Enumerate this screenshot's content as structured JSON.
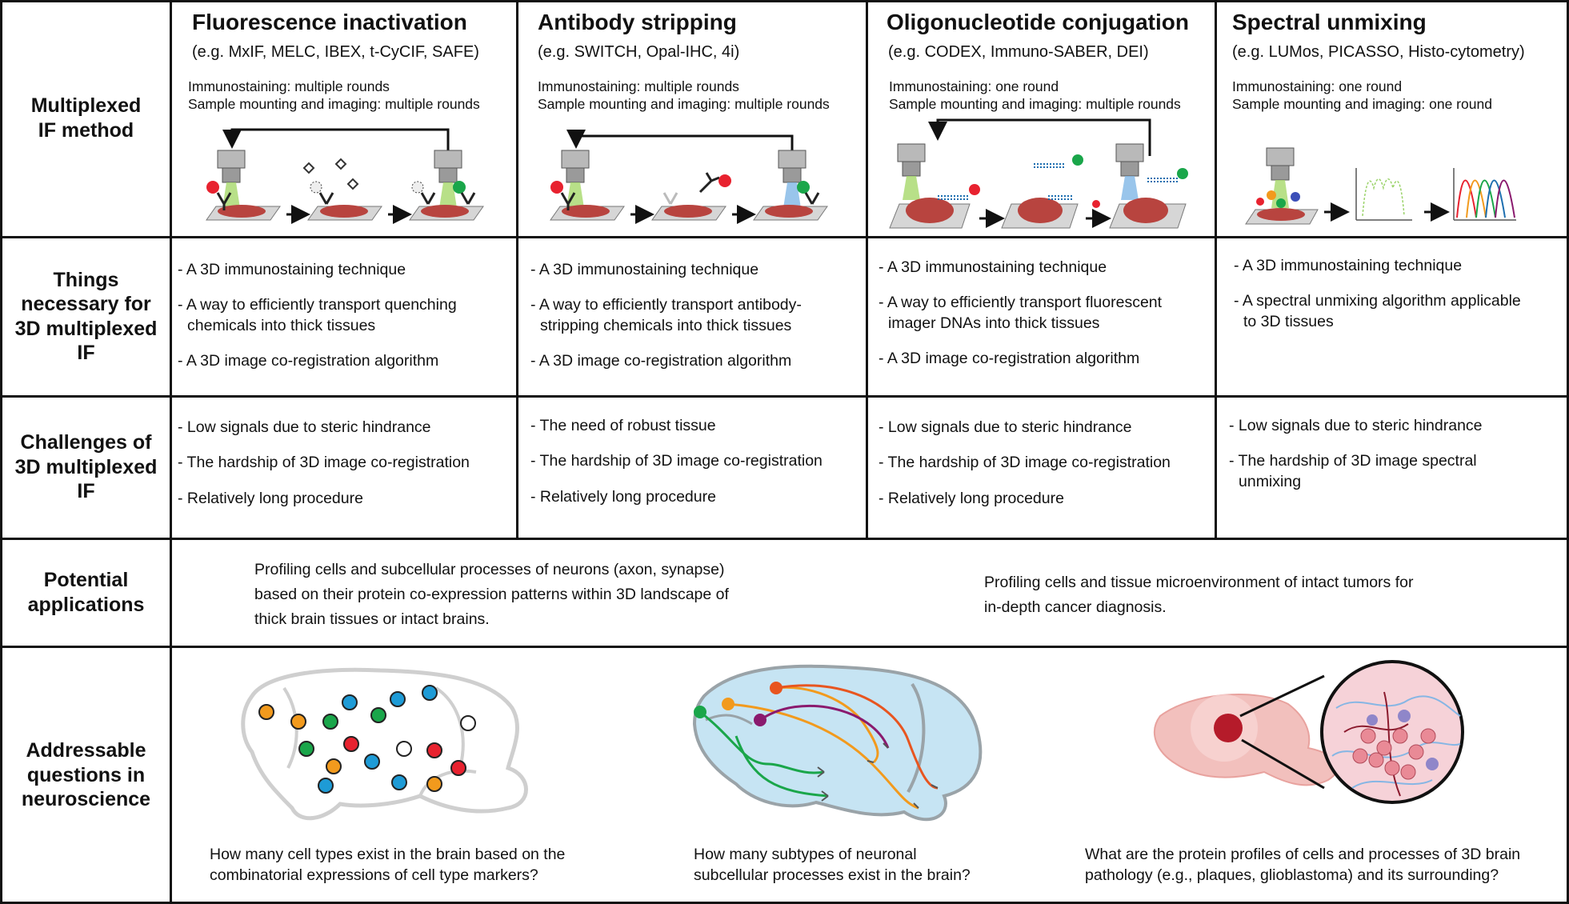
{
  "row_headers": {
    "method": "Multiplexed\nIF method",
    "necessary": "Things\nnecessary for\n3D multiplexed\nIF",
    "challenges": "Challenges of\n3D multiplexed\nIF",
    "applications": "Potential\napplications",
    "questions": "Addressable\nquestions in\nneuroscience"
  },
  "columns": [
    {
      "title": "Fluorescence inactivation",
      "examples": "(e.g. MxIF, MELC, IBEX, t-CyCIF, SAFE)",
      "immunostaining": "Immunostaining: multiple rounds",
      "imaging": "Sample mounting and imaging: multiple rounds",
      "necessary": [
        "- A 3D immunostaining technique",
        "- A way to efficiently transport quenching\n  chemicals into thick tissues",
        "- A 3D image co-registration algorithm"
      ],
      "challenges": [
        "- Low signals due to steric hindrance",
        "- The hardship of 3D image co-registration",
        "- Relatively long procedure"
      ]
    },
    {
      "title": "Antibody stripping",
      "examples": "(e.g. SWITCH, Opal-IHC, 4i)",
      "immunostaining": "Immunostaining: multiple rounds",
      "imaging": "Sample mounting and imaging: multiple rounds",
      "necessary": [
        "- A 3D immunostaining technique",
        "- A way to efficiently transport antibody-\n  stripping chemicals into thick tissues",
        "- A 3D image co-registration algorithm"
      ],
      "challenges": [
        "- The need of robust tissue",
        "- The hardship of 3D image co-registration",
        "- Relatively long procedure"
      ]
    },
    {
      "title": "Oligonucleotide conjugation",
      "examples": "(e.g. CODEX, Immuno-SABER, DEI)",
      "immunostaining": "Immunostaining: one round",
      "imaging": "Sample mounting and imaging: multiple rounds",
      "necessary": [
        "- A 3D immunostaining technique",
        "- A way to efficiently transport fluorescent\n  imager DNAs into thick tissues",
        "- A 3D image co-registration algorithm"
      ],
      "challenges": [
        "- Low signals due to steric hindrance",
        "- The hardship of 3D image co-registration",
        "- Relatively long procedure"
      ]
    },
    {
      "title": "Spectral unmixing",
      "examples": "(e.g. LUMos, PICASSO, Histo-cytometry)",
      "immunostaining": "Immunostaining: one round",
      "imaging": "Sample mounting and imaging: one round",
      "necessary": [
        "- A 3D immunostaining technique",
        "- A spectral unmixing algorithm applicable\n  to 3D tissues"
      ],
      "challenges": [
        "- Low signals due to steric hindrance",
        "- The hardship of 3D image spectral\n  unmixing"
      ]
    }
  ],
  "applications": {
    "left": "Profiling cells and subcellular processes of neurons (axon, synapse)\nbased on their protein co-expression patterns within 3D landscape of\nthick brain tissues or intact brains.",
    "right": "Profiling cells and tissue microenvironment of intact tumors for\nin-depth cancer diagnosis."
  },
  "questions": [
    "How many cell types exist in the brain based on the\ncombinatorial expressions of cell type markers?",
    "How many subtypes of neuronal\nsubcellular processes exist in the brain?",
    "What are the protein profiles of cells and processes of 3D brain\npathology (e.g., plaques, glioblastoma) and its surrounding?"
  ],
  "colors": {
    "red": "#e8222f",
    "green": "#1aa64a",
    "orange": "#f29a1d",
    "blue": "#1e9bd6",
    "purple": "#8a1a6e",
    "tissue": "#b8443f",
    "brain_blue": "#c6e4f3"
  }
}
